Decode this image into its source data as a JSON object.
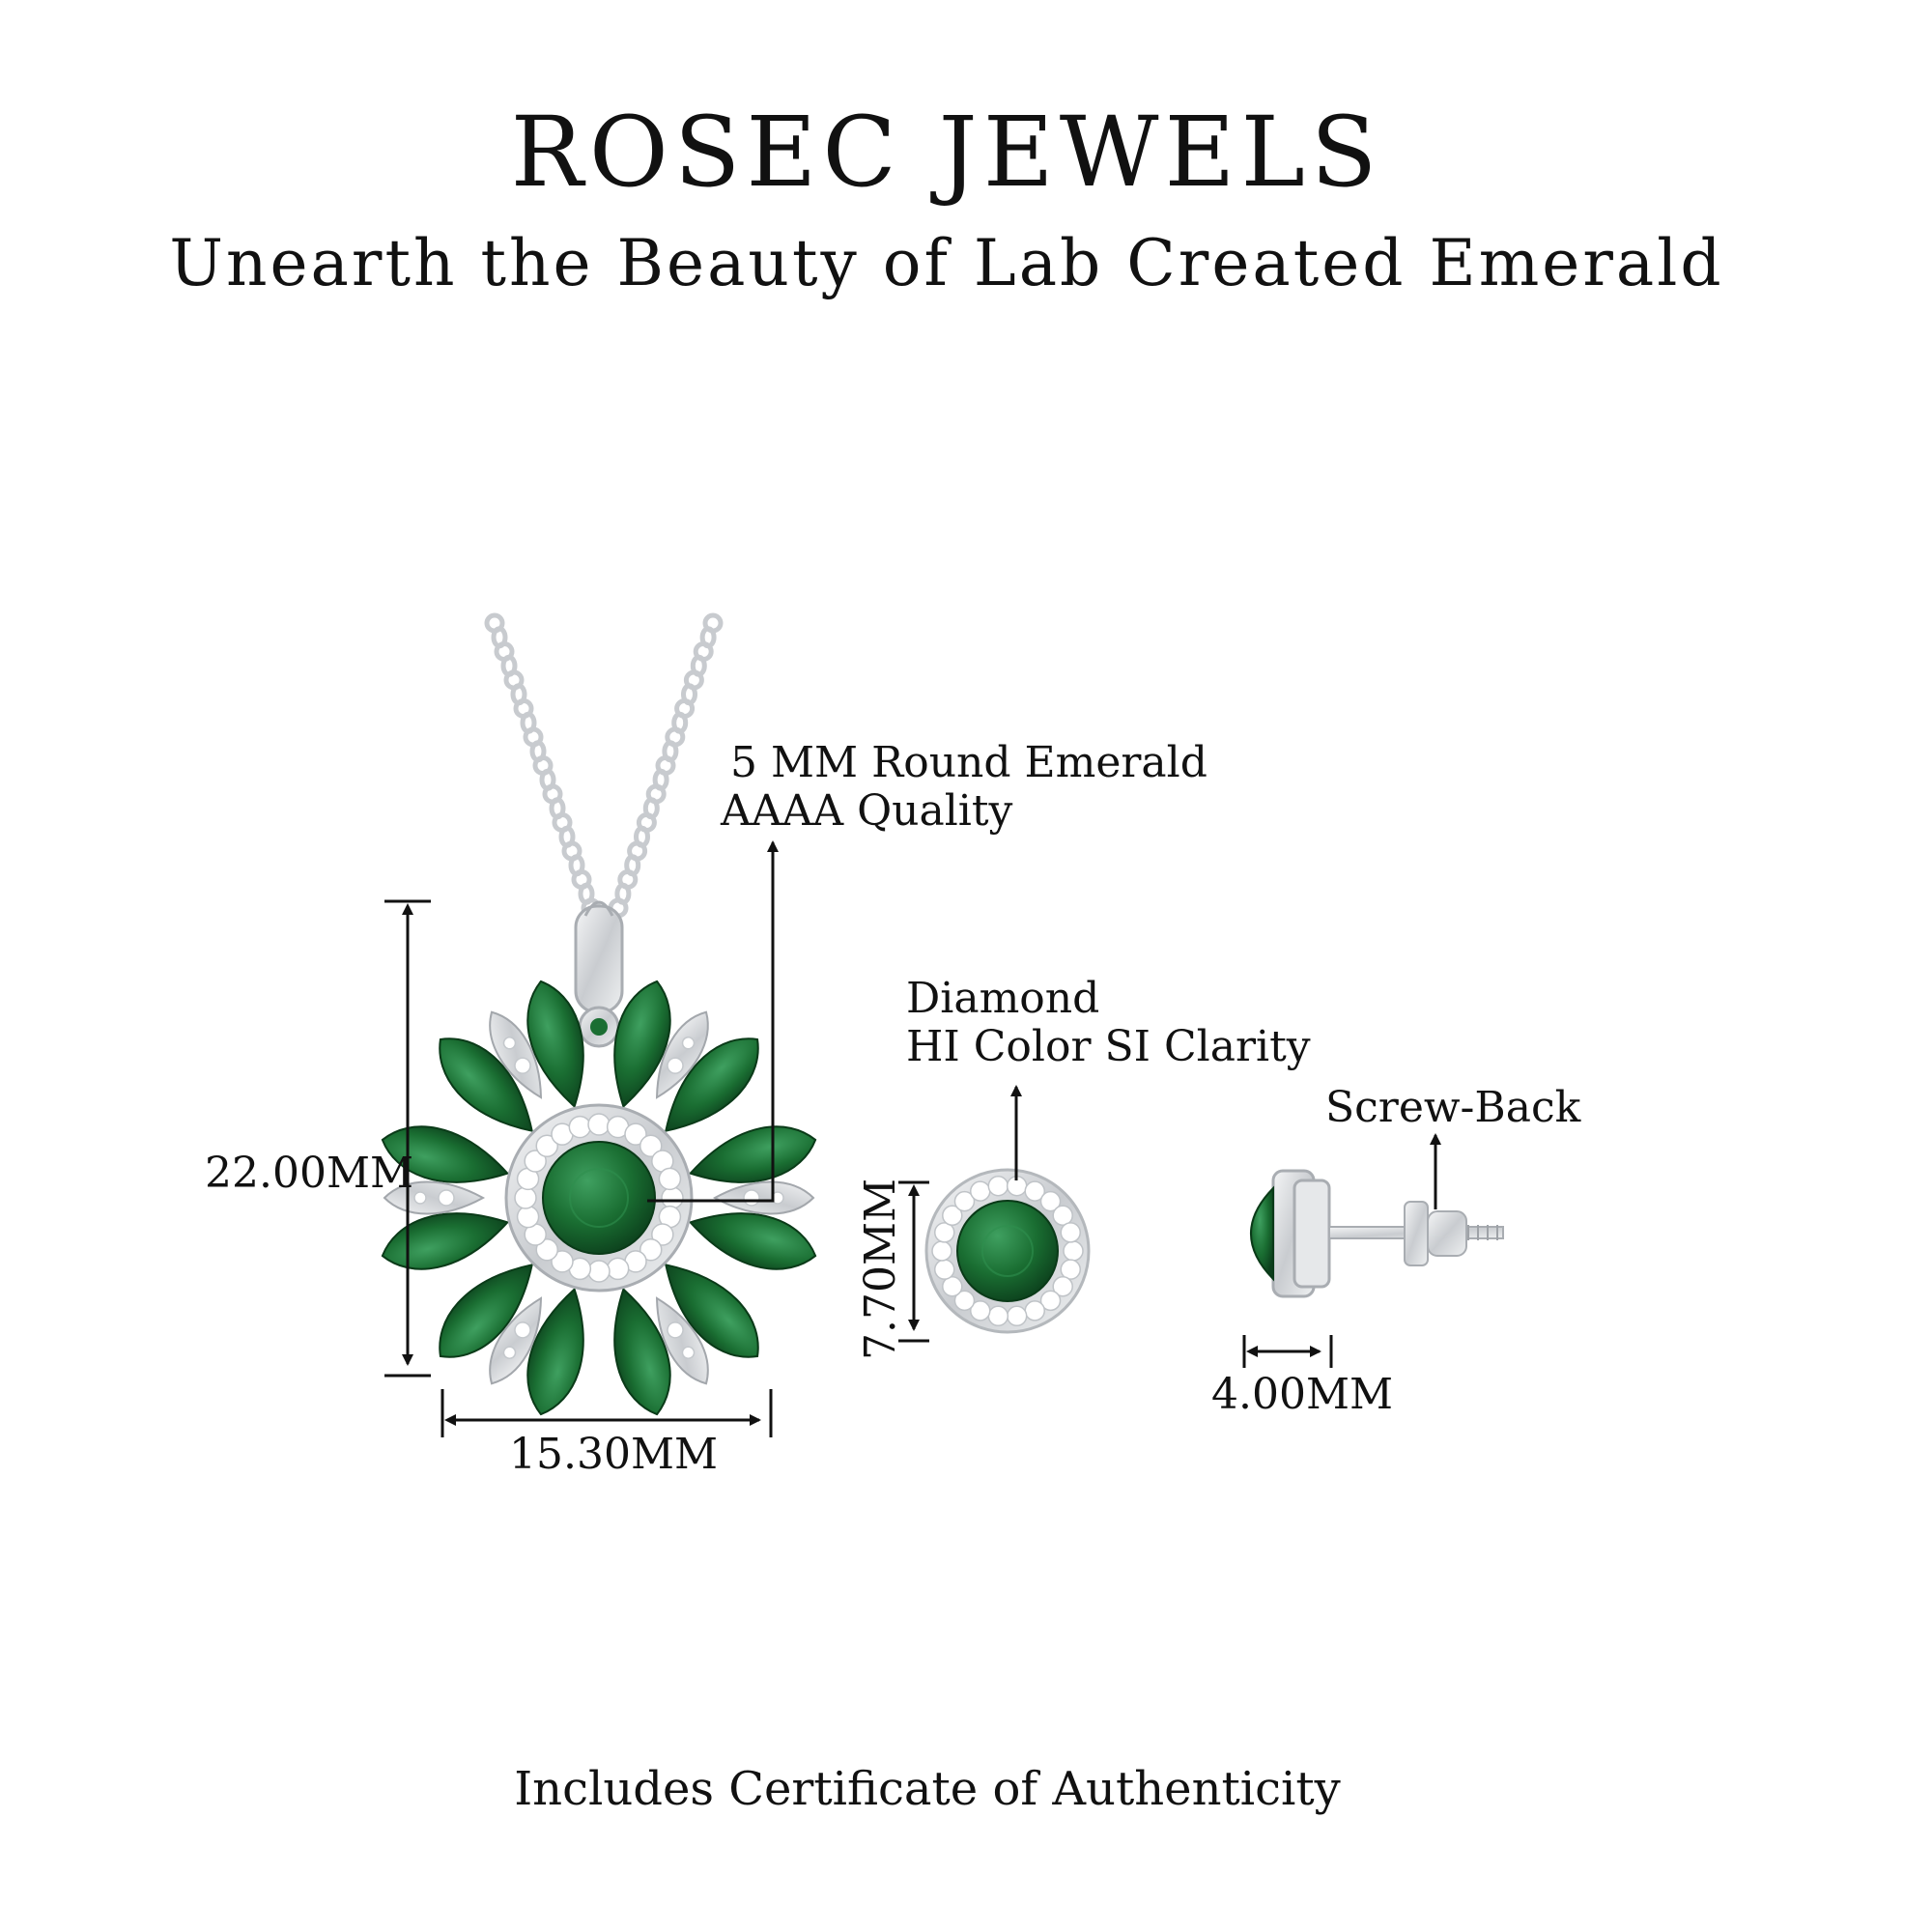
{
  "header": {
    "brand": "ROSEC JEWELS",
    "tagline": "Unearth the Beauty of Lab Created Emerald"
  },
  "pendant": {
    "center_stone_line1": "5 MM Round Emerald",
    "center_stone_line2": "AAAA Quality",
    "height": "22.00MM",
    "width": "15.30MM"
  },
  "earring_front": {
    "stone_line1": "Diamond",
    "stone_line2": "HI Color SI Clarity",
    "height": "7.70MM"
  },
  "earring_side": {
    "backing": "Screw-Back",
    "depth": "4.00MM"
  },
  "footer": {
    "note": "Includes Certificate of Authenticity"
  },
  "colors": {
    "emerald": "#1a6e32",
    "metal": "#d9dcdf",
    "text": "#111111"
  }
}
